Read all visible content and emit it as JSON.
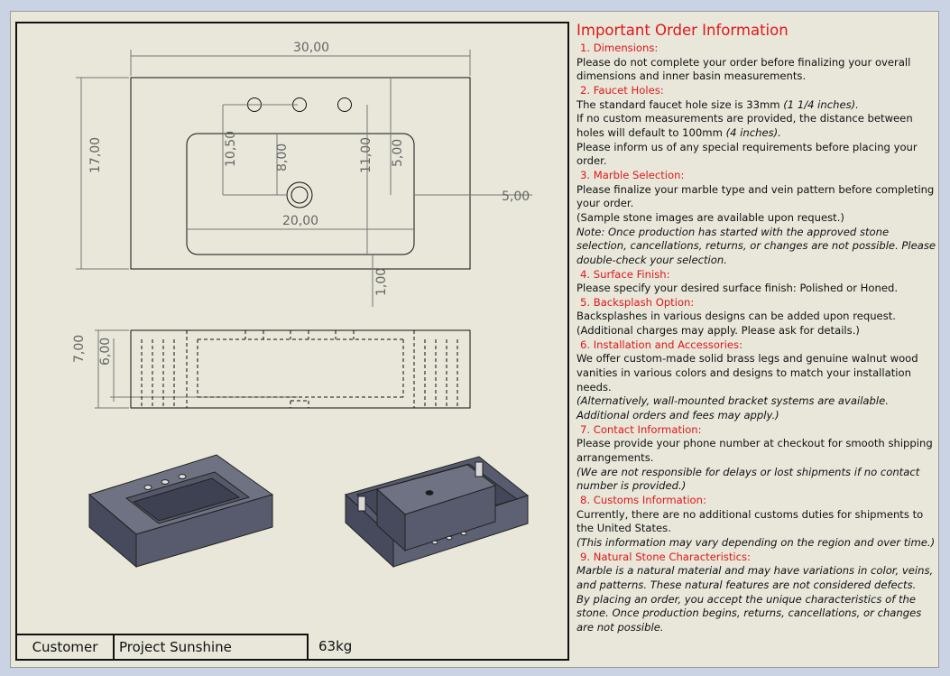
{
  "drawing": {
    "dims": {
      "overall_width": "30,00",
      "overall_depth": "17,00",
      "basin_width": "20,00",
      "edge_offset": "5,00",
      "faucet_to_basin": "5,00",
      "drain_y": "10,50",
      "drain_y2": "8,00",
      "basin_depth": "11,00",
      "front_edge": "1,00",
      "height_outer": "7,00",
      "height_inner": "6,00"
    }
  },
  "titleblock": {
    "customer": "Customer",
    "project": "Project Sunshine",
    "weight": "63kg"
  },
  "info": {
    "title": "Important Order Information",
    "s1": {
      "heading": "1. Dimensions:",
      "text": "Please do not complete your order before finalizing your overall dimensions and inner basin measurements."
    },
    "s2": {
      "heading": "2. Faucet Holes:",
      "l1a": "The standard faucet hole size is 33mm ",
      "l1b": "(1 1/4 inches).",
      "l2a": "If no custom measurements are provided, the distance between holes will default to 100mm ",
      "l2b": "(4 inches).",
      "l3": "Please inform us of any special requirements before placing your order."
    },
    "s3": {
      "heading": "3. Marble Selection:",
      "l1": "Please finalize your marble type and vein pattern before completing your order.",
      "l2": "(Sample stone images are available upon request.)",
      "l3": "Note: Once production has started with the approved stone selection, cancellations, returns, or changes are not possible. Please double-check your selection."
    },
    "s4": {
      "heading": "4. Surface Finish:",
      "l1": "Please specify your desired surface finish: Polished or Honed."
    },
    "s5": {
      "heading": "5. Backsplash Option:",
      "l1": "Backsplashes in various designs can be added upon request.",
      "l2": "(Additional charges may apply. Please ask for details.)"
    },
    "s6": {
      "heading": "6. Installation and Accessories:",
      "l1": "We offer custom-made solid brass legs and genuine walnut wood vanities in various colors and designs to match your installation needs.",
      "l2": "(Alternatively, wall-mounted bracket systems are available. Additional orders and fees may apply.)"
    },
    "s7": {
      "heading": "7. Contact Information:",
      "l1": "Please provide your phone number at checkout for smooth shipping arrangements.",
      "l2": "(We are not responsible for delays or lost shipments if no contact number is provided.)"
    },
    "s8": {
      "heading": "8. Customs Information:",
      "l1": "Currently, there are no additional customs duties for shipments to the United States.",
      "l2": "(This information may vary depending on the region and over time.)"
    },
    "s9": {
      "heading": "9. Natural Stone Characteristics:",
      "l1": "Marble is a natural material and may have variations in color, veins, and patterns. These natural features are not considered defects.",
      "l2": "By placing an order, you accept the unique characteristics of the stone. Once production begins, returns, cancellations, or changes are not possible."
    }
  },
  "colors": {
    "sheet": "#e8e7da",
    "accent_red": "#e01818",
    "dim_line": "#777777",
    "iso_top": "#6f7282",
    "iso_side": "#53566a"
  }
}
